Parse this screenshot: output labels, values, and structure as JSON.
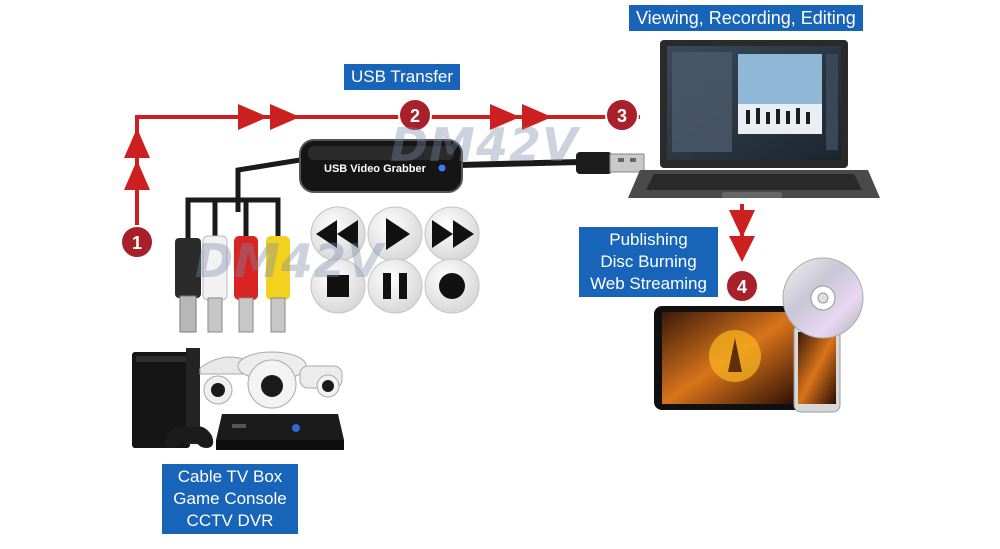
{
  "labels": {
    "usb_transfer": "USB Transfer",
    "top": "Viewing, Recording, Editing",
    "publish": [
      "Publishing",
      "Disc Burning",
      "Web Streaming"
    ],
    "sources": [
      "Cable TV Box",
      "Game Console",
      "CCTV DVR"
    ]
  },
  "steps": [
    "1",
    "2",
    "3",
    "4"
  ],
  "device": {
    "label": "USB Video Grabber"
  },
  "watermark": "DM42V",
  "colors": {
    "arrow": "#cc1f1f",
    "step": "#a8202a",
    "label_bg": "#1864b8"
  },
  "icons": [
    "rewind-icon",
    "play-icon",
    "fast-forward-icon",
    "stop-icon",
    "pause-icon",
    "record-icon"
  ]
}
